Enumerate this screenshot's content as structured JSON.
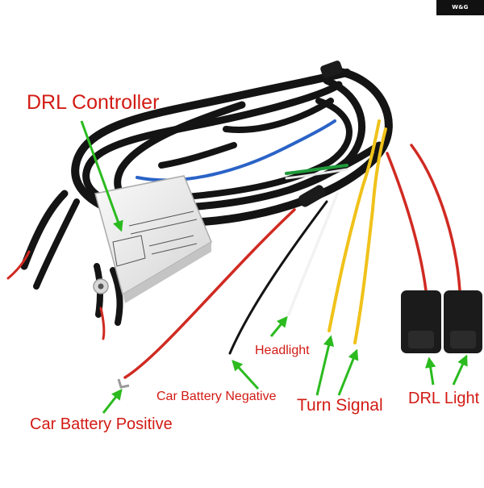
{
  "watermark": "W&G",
  "labels": {
    "drl_controller": "DRL Controller",
    "headlight": "Headlight",
    "car_battery_negative": "Car Battery Negative",
    "turn_signal": "Turn Signal",
    "drl_light": "DRL Light",
    "car_battery_positive": "Car Battery Positive"
  },
  "colors": {
    "label_text": "#d21b14",
    "arrow": "#2bbb1f",
    "cable": "#141414",
    "wire_red": "#d02a22",
    "wire_yellow": "#f0c21a",
    "wire_blue": "#2a63c6",
    "wire_green": "#1f9a3a"
  }
}
